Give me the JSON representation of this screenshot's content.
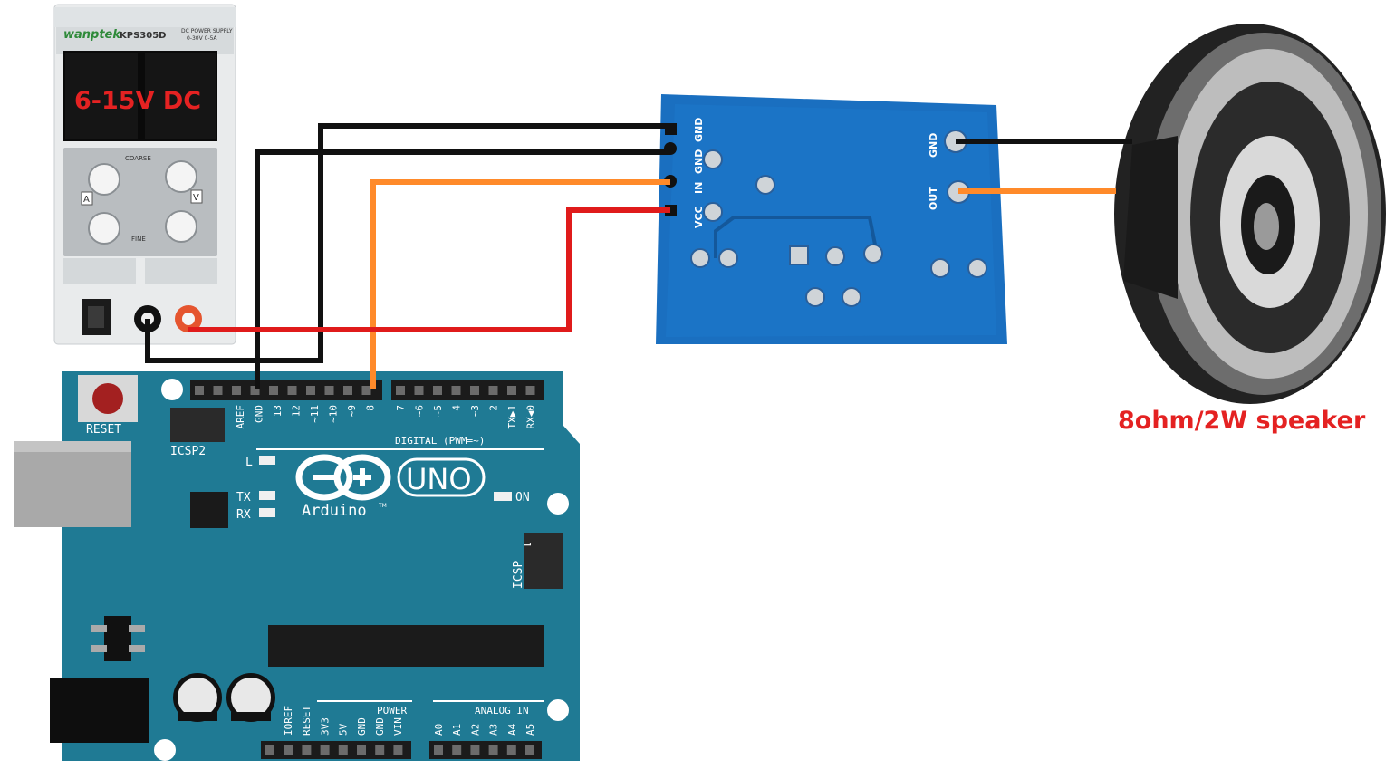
{
  "power_supply": {
    "brand": "wanptek",
    "model": "KPS305D",
    "spec_line1": "DC POWER SUPPLY",
    "spec_line2": "0-30V   0-5A",
    "voltage_label": "6-15V DC",
    "coarse_label": "COARSE",
    "fine_label": "FINE",
    "amp_label": "A",
    "volt_label": "V"
  },
  "amp_module": {
    "pins_left": [
      "GND",
      "GND",
      "IN",
      "VCC"
    ],
    "pins_right": [
      "GND",
      "OUT"
    ]
  },
  "speaker": {
    "caption": "8ohm/2W speaker"
  },
  "arduino": {
    "reset_label": "RESET",
    "icsp2_label": "ICSP2",
    "icsp_label": "ICSP",
    "icsp_pin1": "1",
    "digital_header_labels": [
      "AREF",
      "GND",
      "13",
      "12",
      "~11",
      "~10",
      "~9",
      "8"
    ],
    "digital_header_labels2": [
      "7",
      "~6",
      "~5",
      "4",
      "~3",
      "2",
      "TX▶1",
      "RX◀0"
    ],
    "digital_title": "DIGITAL (PWM=~)",
    "led_l": "L",
    "led_tx": "TX",
    "led_rx": "RX",
    "led_on": "ON",
    "uno_label": "UNO",
    "brand_label": "Arduino",
    "tm": "TM",
    "power_title": "POWER",
    "analog_title": "ANALOG IN",
    "power_pins": [
      "IOREF",
      "RESET",
      "3V3",
      "5V",
      "GND",
      "GND",
      "VIN"
    ],
    "analog_pins": [
      "A0",
      "A1",
      "A2",
      "A3",
      "A4",
      "A5"
    ]
  },
  "colors": {
    "board_blue": "#1f7a94",
    "module_blue": "#1a6fc0",
    "wire_black": "#111111",
    "wire_red": "#e01b1b",
    "wire_orange": "#ff8a2a",
    "caption_red": "#e42222"
  }
}
